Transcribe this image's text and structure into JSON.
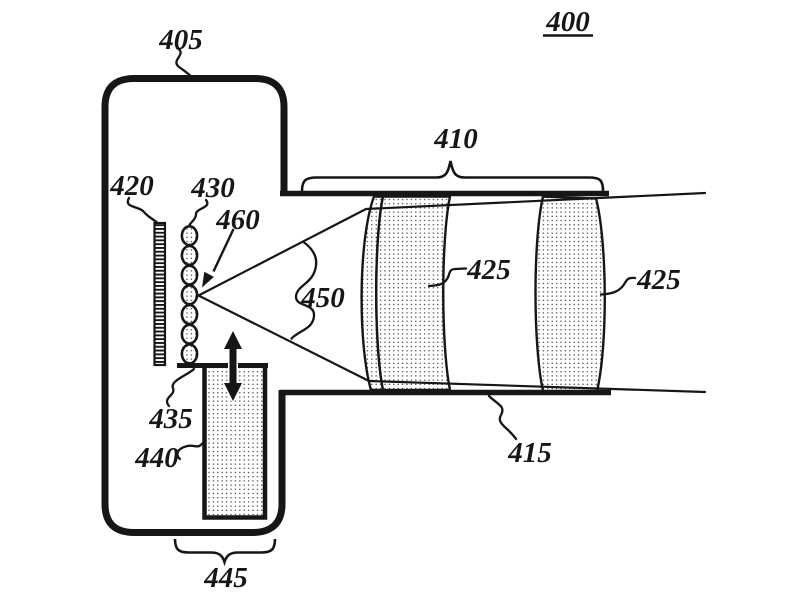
{
  "figure": {
    "title_number": "400",
    "ink_color": "#161616",
    "background_color": "#ffffff"
  },
  "labels": {
    "housing": "405",
    "barrel_top": "410",
    "barrel_bottom": "415",
    "striped_strip": "420",
    "lens_group_left": "425",
    "lens_element_right": "425",
    "bead_stack": "430",
    "platform": "435",
    "block": "440",
    "base_bracket": "445",
    "light_cone": "450",
    "focal_point": "460"
  }
}
